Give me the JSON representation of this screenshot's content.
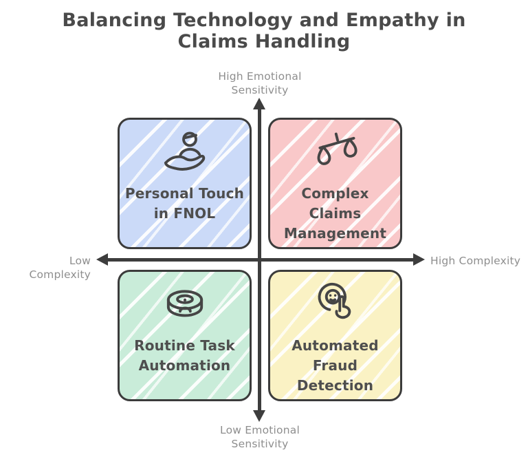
{
  "title": "Balancing Technology and Empathy in Claims Handling",
  "colors": {
    "ink": "#3d3d3d",
    "title_text": "#4a4a4a",
    "box_text": "#4e4e4e",
    "axis_label_text": "#8e8e8e",
    "background": "#ffffff"
  },
  "axes": {
    "top": {
      "lines": [
        "High Emotional",
        "Sensitivity"
      ]
    },
    "bottom": {
      "lines": [
        "Low Emotional",
        "Sensitivity"
      ]
    },
    "left": {
      "label": "Low Complexity"
    },
    "right": {
      "label": "High Complexity"
    }
  },
  "quadrants": [
    {
      "position": "top-left",
      "label": "Personal Touch in FNOL",
      "lines": [
        "Personal Touch",
        "in FNOL"
      ],
      "fill": "#cbdaf8",
      "icon": "hand-holding-person-icon"
    },
    {
      "position": "top-right",
      "label": "Complex Claims Management",
      "lines": [
        "Complex Claims",
        "Management"
      ],
      "fill": "#f9c8c9",
      "icon": "balance-scale-icon"
    },
    {
      "position": "bottom-left",
      "label": "Routine Task Automation",
      "lines": [
        "Routine Task",
        "Automation"
      ],
      "fill": "#c9ecd9",
      "icon": "robot-vacuum-icon"
    },
    {
      "position": "bottom-right",
      "label": "Automated Fraud Detection",
      "lines": [
        "Automated",
        "Fraud Detection"
      ],
      "fill": "#faf2c4",
      "icon": "touch-detection-icon"
    }
  ]
}
